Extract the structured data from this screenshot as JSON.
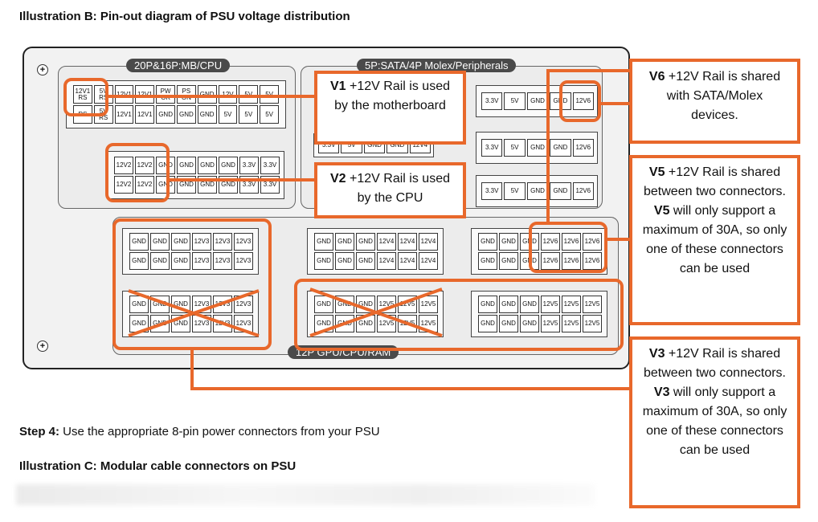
{
  "illustration_b_title": "Illustration B: Pin-out diagram of PSU voltage distribution",
  "step4": {
    "label": "Step 4:",
    "text": " Use the appropriate 8-pin power connectors from your PSU"
  },
  "illustration_c_title": "Illustration C: Modular cable connectors on PSU",
  "accent_color": "#e8682b",
  "sections": {
    "mb_cpu": "20P&16P:MB/CPU",
    "peripherals": "5P:SATA/4P Molex/Peripherals",
    "gpu": "12P GPU/CPU/RAM"
  },
  "connectors": {
    "mb20": {
      "top": [
        "12V1 RS",
        "5V RS",
        "12V1",
        "12V1",
        "PW OK",
        "PS ON",
        "GND",
        "12V",
        "5V",
        "5V"
      ],
      "bottom": [
        "RS",
        "5V RS",
        "12V1",
        "12V1",
        "GND",
        "GND",
        "GND",
        "5V",
        "5V",
        "5V"
      ]
    },
    "cpu16": {
      "top": [
        "12V2",
        "12V2",
        "GND",
        "GND",
        "GND",
        "GND",
        "3.3V",
        "3.3V"
      ],
      "bottom": [
        "12V2",
        "12V2",
        "GND",
        "GND",
        "GND",
        "GND",
        "3.3V",
        "3.3V"
      ]
    },
    "sata_left": [
      "3.3V",
      "5V",
      "GND",
      "GND",
      "12V4"
    ],
    "sata_right_1": [
      "3.3V",
      "5V",
      "GND",
      "GND",
      "12V6"
    ],
    "sata_right_2": [
      "3.3V",
      "5V",
      "GND",
      "GND",
      "12V6"
    ],
    "sata_right_3": [
      "3.3V",
      "5V",
      "GND",
      "GND",
      "12V6"
    ],
    "gpu_a": {
      "top": [
        "GND",
        "GND",
        "GND",
        "12V3",
        "12V3",
        "12V3"
      ],
      "bottom": [
        "GND",
        "GND",
        "GND",
        "12V3",
        "12V3",
        "12V3"
      ]
    },
    "gpu_b": {
      "top": [
        "GND",
        "GND",
        "GND",
        "12V3",
        "12V3",
        "12V3"
      ],
      "bottom": [
        "GND",
        "GND",
        "GND",
        "12V3",
        "12V3",
        "12V3"
      ]
    },
    "gpu_c": {
      "top": [
        "GND",
        "GND",
        "GND",
        "12V4",
        "12V4",
        "12V4"
      ],
      "bottom": [
        "GND",
        "GND",
        "GND",
        "12V4",
        "12V4",
        "12V4"
      ]
    },
    "gpu_d": {
      "top": [
        "GND",
        "GND",
        "GND",
        "12V5",
        "12V5",
        "12V5"
      ],
      "bottom": [
        "GND",
        "GND",
        "GND",
        "12V5",
        "12V5",
        "12V5"
      ]
    },
    "gpu_e": {
      "top": [
        "GND",
        "GND",
        "GND",
        "12V6",
        "12V6",
        "12V6"
      ],
      "bottom": [
        "GND",
        "GND",
        "GND",
        "12V6",
        "12V6",
        "12V6"
      ]
    },
    "gpu_f": {
      "top": [
        "GND",
        "GND",
        "GND",
        "12V5",
        "12V5",
        "12V5"
      ],
      "bottom": [
        "GND",
        "GND",
        "GND",
        "12V5",
        "12V5",
        "12V5"
      ]
    }
  },
  "callouts": {
    "v1": {
      "id": "V1",
      "text": " +12V Rail is used by the motherboard"
    },
    "v2": {
      "id": "V2",
      "text": " +12V Rail is used by the CPU"
    },
    "v6": {
      "id": "V6",
      "text": " +12V Rail is shared with SATA/Molex devices."
    },
    "v5": {
      "id": "V5",
      "text_a": " +12V Rail is shared between two connectors. ",
      "id2": "V5",
      "text_b": " will only support a maximum of 30A, so only one of these connectors can be used"
    },
    "v3": {
      "id": "V3",
      "text_a": " +12V Rail is shared between two connectors. ",
      "id2": "V3",
      "text_b": " will only support a maximum of 30A, so only one of these connectors can be used"
    }
  }
}
